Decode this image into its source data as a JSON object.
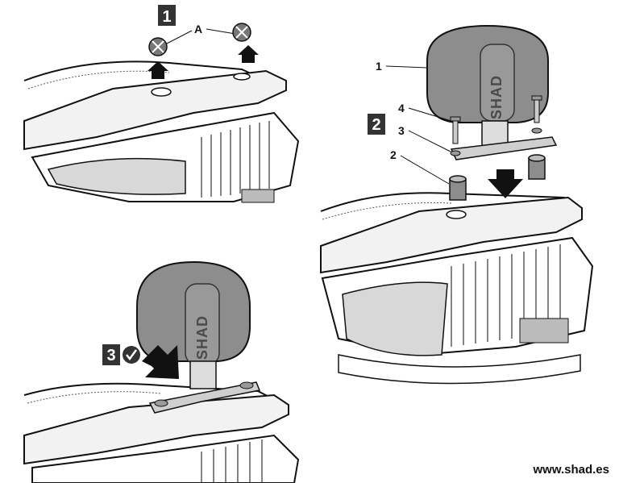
{
  "steps": {
    "step1": "1",
    "step2": "2",
    "step3": "3"
  },
  "labels": {
    "a": "A",
    "part1": "1",
    "part2": "2",
    "part3": "3",
    "part4": "4"
  },
  "logo": {
    "backrest_upper": "SHAD",
    "backrest_lower": "SHAD"
  },
  "website": "www.shad.es",
  "icons": {
    "remove_cap": "crossed-cap-icon",
    "up_arrow": "up-arrow-icon",
    "down_arrow": "down-arrow-icon",
    "push_arrow": "push-arrow-icon",
    "check": "checkmark-icon"
  },
  "colors": {
    "line": "#111111",
    "backrest_fill": "#8d8d8d",
    "panel_dark": "#333333"
  }
}
